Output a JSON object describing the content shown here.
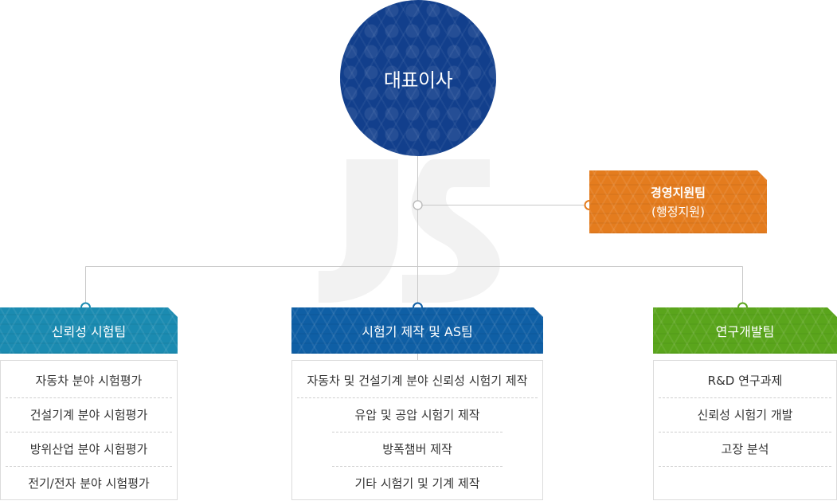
{
  "ceo": {
    "label": "대표이사"
  },
  "support_team": {
    "name": "경영지원팀",
    "sub": "(행정지원)"
  },
  "teams": [
    {
      "name": "신뢰성 시험팀",
      "color": "#1b8bb1",
      "items": [
        "자동차 분야 시험평가",
        "건설기계 분야 시험평가",
        "방위산업 분야 시험평가",
        "전기/전자 분야 시험평가"
      ]
    },
    {
      "name": "시험기 제작 및 AS팀",
      "color": "#0f5fa5",
      "items": [
        "자동차 및 건설기계 분야 신뢰성 시험기 제작",
        "유압 및 공압 시험기 제작",
        "방폭챔버 제작",
        "기타 시험기 및 기계 제작"
      ]
    },
    {
      "name": "연구개발팀",
      "color": "#5aa51c",
      "items": [
        "R&D 연구과제",
        "신뢰성 시험기 개발",
        "고장 분석"
      ]
    }
  ],
  "colors": {
    "ceo": "#123f8c",
    "support": "#e47c1e",
    "line": "#c8c8c8"
  }
}
